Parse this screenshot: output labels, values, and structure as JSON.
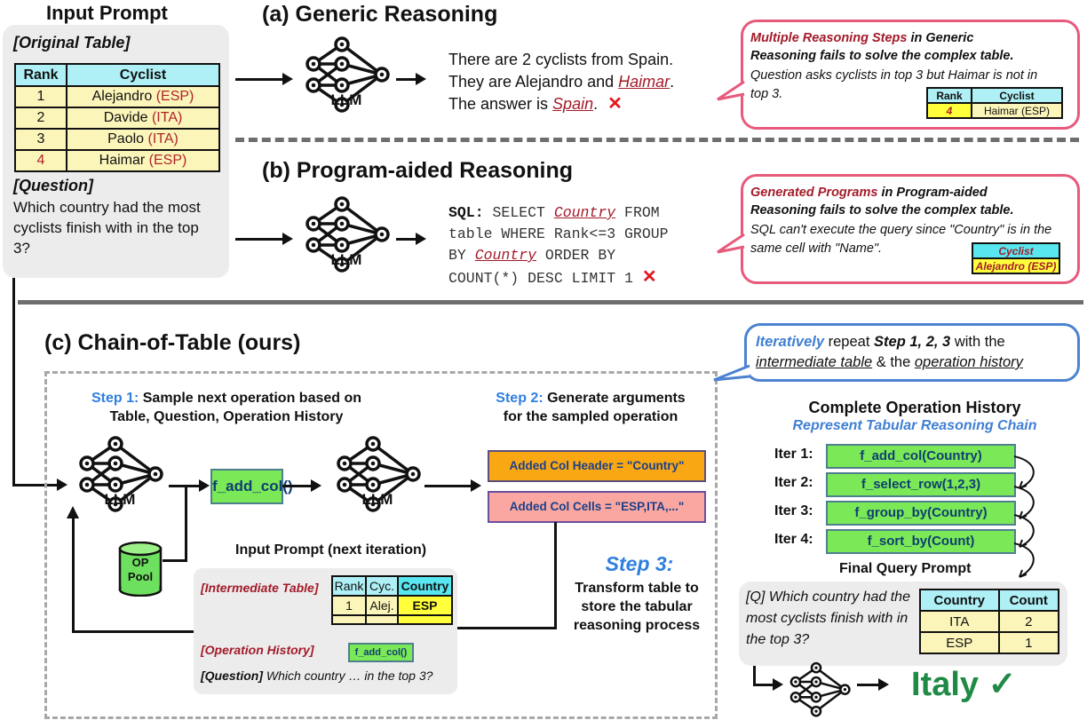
{
  "input_prompt": {
    "title": "Input Prompt",
    "original_table_label": "[Original Table]",
    "table": {
      "headers": [
        "Rank",
        "Cyclist"
      ],
      "rows": [
        {
          "rank": "1",
          "name": "Alejandro",
          "country": "(ESP)"
        },
        {
          "rank": "2",
          "name": "Davide",
          "country": "(ITA)"
        },
        {
          "rank": "3",
          "name": "Paolo",
          "country": "(ITA)"
        },
        {
          "rank": "4",
          "name": "Haimar",
          "country": "(ESP)"
        }
      ]
    },
    "question_label": "[Question]",
    "question": "Which country had the most cyclists finish with in the top 3?"
  },
  "generic": {
    "title": "(a) Generic Reasoning",
    "llm_label": "LLM",
    "output_line1": "There are 2 cyclists from Spain.",
    "output_line2_prefix": "They are Alejandro and ",
    "output_line2_em": "Haimar",
    "output_line2_suffix": ".",
    "output_line3_prefix": "The answer is ",
    "output_line3_em": "Spain",
    "output_line3_suffix": ".",
    "result_mark": "✕",
    "callout": {
      "title_red": "Multiple Reasoning Steps",
      "title_rest": " in Generic",
      "title_line2": "Reasoning fails to solve the complex table.",
      "body": "Question asks cyclists in top 3 but Haimar is not in top 3.",
      "table": {
        "headers": [
          "Rank",
          "Cyclist"
        ],
        "row": [
          "4",
          "Haimar (ESP)"
        ]
      }
    }
  },
  "program": {
    "title": "(b) Program-aided Reasoning",
    "llm_label": "LLM",
    "sql_label": "SQL:",
    "sql_1": " SELECT ",
    "sql_country1": "Country",
    "sql_2": " FROM",
    "sql_line2": "table WHERE Rank<=3 GROUP",
    "sql_3": "BY ",
    "sql_country2": "Country",
    "sql_4": " ORDER BY",
    "sql_line4": "COUNT(*) DESC LIMIT 1",
    "result_mark": "✕",
    "callout": {
      "title_red": "Generated Programs",
      "title_rest": " in Program-aided",
      "title_line2": "Reasoning fails to solve the complex table.",
      "body": "SQL can't execute the query since \"Country\" is in the same cell with \"Name\".",
      "table": {
        "header": "Cyclist",
        "cell": "Alejandro (ESP)"
      }
    }
  },
  "chain": {
    "title": "(c) Chain-of-Table (ours)",
    "step1_label": "Step 1:",
    "step1_text": " Sample next operation based on",
    "step1_line2": "Table, Question, Operation History",
    "step2_label": "Step 2:",
    "step2_text": " Generate arguments",
    "step2_line2": "for the sampled operation",
    "llm_label": "LLM",
    "op_pool": "OP Pool",
    "sampled_op": "f_add_col()",
    "arg_header": "Added Col Header = \"Country\"",
    "arg_cells": "Added Col Cells = \"ESP,ITA,...\"",
    "step3_label": "Step 3:",
    "step3_text": "Transform table to store the tabular reasoning process",
    "next_prompt": {
      "title": "Input Prompt (next iteration)",
      "intermediate_label": "[Intermediate Table]",
      "table": {
        "headers": [
          "Rank",
          "Cyc.",
          "Country"
        ],
        "row": [
          "1",
          "Alej.",
          "ESP"
        ]
      },
      "history_label": "[Operation History]",
      "history_op": "f_add_col()",
      "question_label": "[Question]",
      "question": " Which country … in the top 3?"
    },
    "iterate_callout": {
      "em": "Iteratively",
      "t1": " repeat ",
      "bold": "Step 1, 2, 3",
      "t2": " with the",
      "u1": "intermediate table",
      "t3": " & the ",
      "u2": "operation history"
    },
    "history": {
      "title": "Complete Operation History",
      "subtitle": "Represent Tabular Reasoning Chain",
      "iters": [
        {
          "label": "Iter 1:",
          "op": "f_add_col(Country)"
        },
        {
          "label": "Iter 2:",
          "op": "f_select_row(1,2,3)"
        },
        {
          "label": "Iter 3:",
          "op": "f_group_by(Country)"
        },
        {
          "label": "Iter 4:",
          "op": "f_sort_by(Count)"
        }
      ]
    },
    "final": {
      "title": "Final Query Prompt",
      "question": "[Q] Which country had the most cyclists finish with in the top 3?",
      "table": {
        "headers": [
          "Country",
          "Count"
        ],
        "rows": [
          [
            "ITA",
            "2"
          ],
          [
            "ESP",
            "1"
          ]
        ]
      },
      "answer": "Italy",
      "check": "✓"
    }
  }
}
